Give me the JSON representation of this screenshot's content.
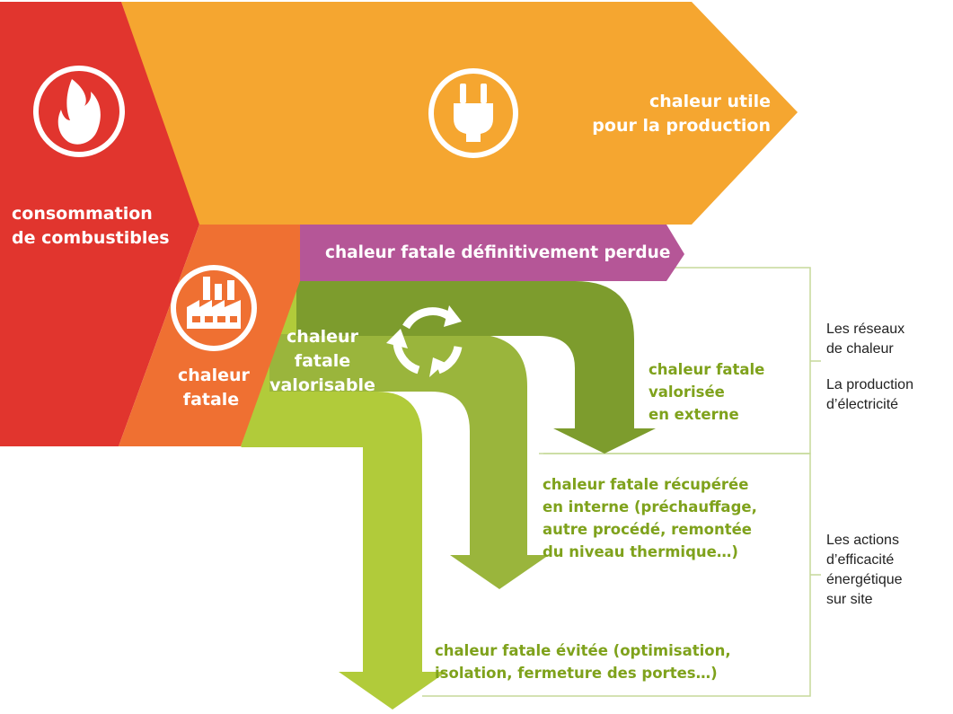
{
  "colors": {
    "red": "#e1352e",
    "orange": "#f5a630",
    "dark_orange": "#ef7032",
    "purple": "#b55697",
    "green_dark": "#7d9c2d",
    "green_mid": "#9ab53c",
    "green_light": "#b1cb3a",
    "label_green": "#7fa21c",
    "bracket_line": "#c6d99a"
  },
  "icons": {
    "fire": "flame-icon",
    "plug": "power-plug-icon",
    "factory": "factory-icon",
    "recycle": "recycle-arrows-icon"
  },
  "labels": {
    "consumption": "consommation\nde combustibles",
    "useful_heat": "chaleur utile\npour la production",
    "waste_heat": "chaleur\nfatale",
    "lost_heat": "chaleur fatale définitivement perdue",
    "recoverable_heat": "chaleur\nfatale\nvalorisable",
    "external": "chaleur fatale\nvalorisée\nen externe",
    "internal": "chaleur fatale récupérée\nen interne (préchauffage,\nautre procédé, remontée\ndu niveau thermique…)",
    "avoided": "chaleur fatale évitée (optimisation,\nisolation, fermeture des portes…)"
  },
  "side_notes": {
    "networks": "Les réseaux\nde chaleur",
    "electricity": "La production\nd’électricité",
    "efficiency": "Les actions\nd’efficacité\nénergétique\nsur site"
  }
}
